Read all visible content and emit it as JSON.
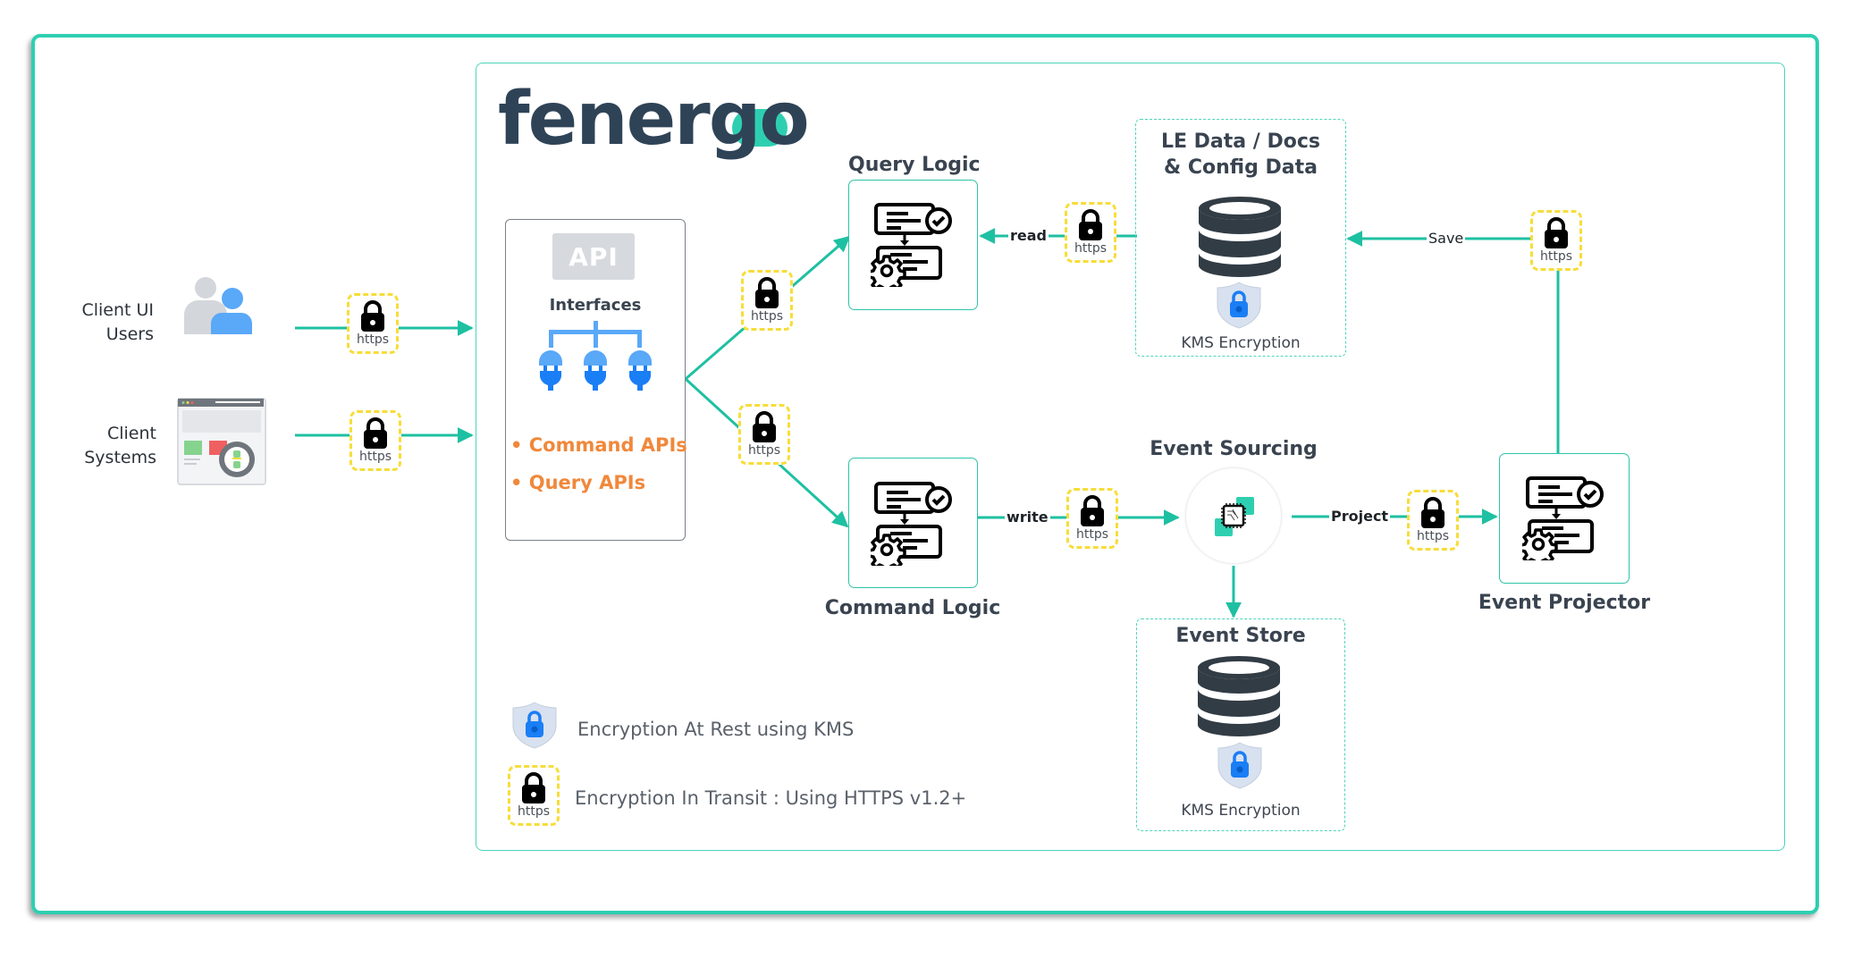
{
  "brand": {
    "logo_text": "fenergo",
    "colors": {
      "navy": "#2f4357",
      "teal": "#2ecfb1",
      "orange": "#f0883b",
      "blue": "#1a7ef5",
      "yellow_dash": "#f7dd3a"
    }
  },
  "clients": [
    {
      "label_line1": "Client UI",
      "label_line2": "Users",
      "icon": "users-icon"
    },
    {
      "label_line1": "Client",
      "label_line2": "Systems",
      "icon": "client-system-icon"
    }
  ],
  "api_box": {
    "badge": "API",
    "title": "Interfaces",
    "items": [
      "• Command APIs",
      "• Query APIs"
    ]
  },
  "nodes": {
    "query_logic": {
      "title": "Query Logic"
    },
    "command_logic": {
      "title": "Command Logic"
    },
    "le_data": {
      "title_line1": "LE Data / Docs",
      "title_line2": "& Config Data",
      "kms": "KMS Encryption"
    },
    "event_sourcing": {
      "title": "Event Sourcing"
    },
    "event_store": {
      "title": "Event Store",
      "kms": "KMS Encryption"
    },
    "event_projector": {
      "title": "Event Projector"
    }
  },
  "edges": {
    "read": "read",
    "write": "write",
    "project": "Project",
    "save": "Save"
  },
  "https_label": "https",
  "legend": [
    {
      "icon": "kms-shield-icon",
      "text": "Encryption At Rest using KMS"
    },
    {
      "icon": "https-lock-icon",
      "text": "Encryption In Transit : Using HTTPS v1.2+"
    }
  ]
}
